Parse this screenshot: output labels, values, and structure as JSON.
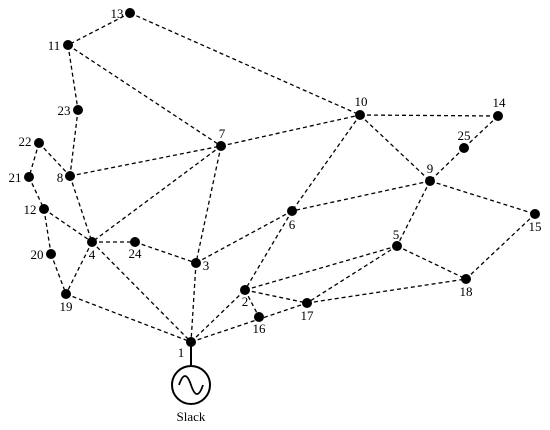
{
  "nodes": [
    {
      "id": "1"
    },
    {
      "id": "2"
    },
    {
      "id": "3"
    },
    {
      "id": "4"
    },
    {
      "id": "5"
    },
    {
      "id": "6"
    },
    {
      "id": "7"
    },
    {
      "id": "8"
    },
    {
      "id": "9"
    },
    {
      "id": "10"
    },
    {
      "id": "11"
    },
    {
      "id": "12"
    },
    {
      "id": "13"
    },
    {
      "id": "14"
    },
    {
      "id": "15"
    },
    {
      "id": "16"
    },
    {
      "id": "17"
    },
    {
      "id": "18"
    },
    {
      "id": "19"
    },
    {
      "id": "20"
    },
    {
      "id": "21"
    },
    {
      "id": "22"
    },
    {
      "id": "23"
    },
    {
      "id": "24"
    },
    {
      "id": "25"
    }
  ],
  "edges": [
    [
      "13",
      "11"
    ],
    [
      "13",
      "10"
    ],
    [
      "11",
      "23"
    ],
    [
      "11",
      "7"
    ],
    [
      "23",
      "8"
    ],
    [
      "22",
      "8"
    ],
    [
      "22",
      "21"
    ],
    [
      "21",
      "12"
    ],
    [
      "12",
      "20"
    ],
    [
      "12",
      "4"
    ],
    [
      "20",
      "19"
    ],
    [
      "8",
      "7"
    ],
    [
      "8",
      "4"
    ],
    [
      "7",
      "10"
    ],
    [
      "7",
      "4"
    ],
    [
      "7",
      "3"
    ],
    [
      "10",
      "14"
    ],
    [
      "10",
      "6"
    ],
    [
      "10",
      "9"
    ],
    [
      "14",
      "25"
    ],
    [
      "25",
      "9"
    ],
    [
      "9",
      "6"
    ],
    [
      "9",
      "5"
    ],
    [
      "9",
      "15"
    ],
    [
      "15",
      "18"
    ],
    [
      "5",
      "2"
    ],
    [
      "5",
      "18"
    ],
    [
      "5",
      "17"
    ],
    [
      "6",
      "3"
    ],
    [
      "6",
      "2"
    ],
    [
      "4",
      "24"
    ],
    [
      "24",
      "3"
    ],
    [
      "4",
      "19"
    ],
    [
      "4",
      "1"
    ],
    [
      "19",
      "1"
    ],
    [
      "3",
      "1"
    ],
    [
      "1",
      "2"
    ],
    [
      "1",
      "17"
    ],
    [
      "2",
      "16"
    ],
    [
      "2",
      "17"
    ],
    [
      "17",
      "18"
    ]
  ],
  "slack": {
    "label": "Slack",
    "attached_to": "1"
  }
}
